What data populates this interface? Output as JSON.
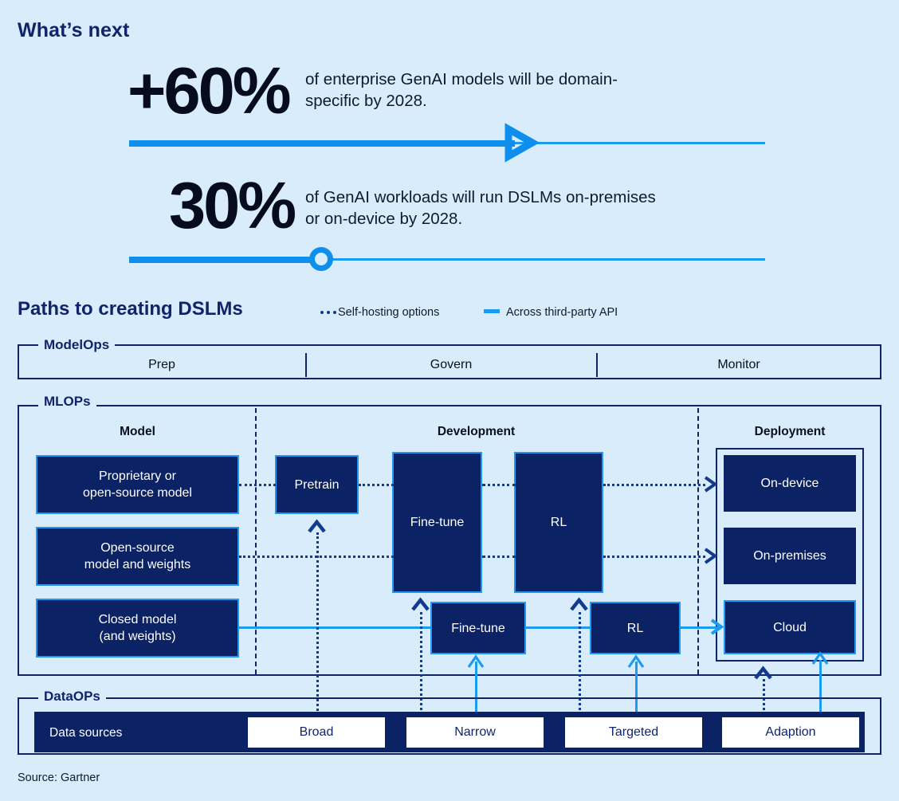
{
  "page": {
    "background_color": "#d9ecfb",
    "navy": "#0b2265",
    "bright_blue": "#1a9bf0",
    "source_note": "Source: Gartner"
  },
  "whats_next": {
    "title": "What’s next",
    "stats": [
      {
        "value": "+60%",
        "text": "of enterprise GenAI models will be domain-\nspecific by 2028.",
        "indicator": "arrow",
        "progress_percent": 60
      },
      {
        "value": "30%",
        "text": "of GenAI workloads will run DSLMs on-premises\nor on-device by 2028.",
        "indicator": "ring",
        "progress_percent": 30
      }
    ]
  },
  "paths": {
    "title": "Paths to creating DSLMs",
    "legend": [
      {
        "label": "Self-hosting options",
        "style": "dotted",
        "color": "#123a8f"
      },
      {
        "label": "Across third-party API",
        "style": "solid",
        "color": "#1a9bf0"
      }
    ]
  },
  "modelops": {
    "label": "ModelOps",
    "stages": [
      "Prep",
      "Govern",
      "Monitor"
    ]
  },
  "mlops": {
    "label": "MLOPs",
    "columns": [
      "Model",
      "Development",
      "Deployment"
    ],
    "model_boxes": [
      {
        "label": "Proprietary or\nopen-source model"
      },
      {
        "label": "Open-source\nmodel and weights"
      },
      {
        "label": "Closed model\n(and weights)"
      }
    ],
    "development_boxes": [
      {
        "label": "Pretrain"
      },
      {
        "label": "Fine-tune"
      },
      {
        "label": "RL"
      },
      {
        "label": "Fine-tune"
      },
      {
        "label": "RL"
      }
    ],
    "deployment_boxes": [
      {
        "label": "On-device"
      },
      {
        "label": "On-premises"
      },
      {
        "label": "Cloud"
      }
    ]
  },
  "dataops": {
    "label": "DataOPs",
    "row_label": "Data sources",
    "sources": [
      "Broad",
      "Narrow",
      "Targeted",
      "Adaption"
    ]
  }
}
